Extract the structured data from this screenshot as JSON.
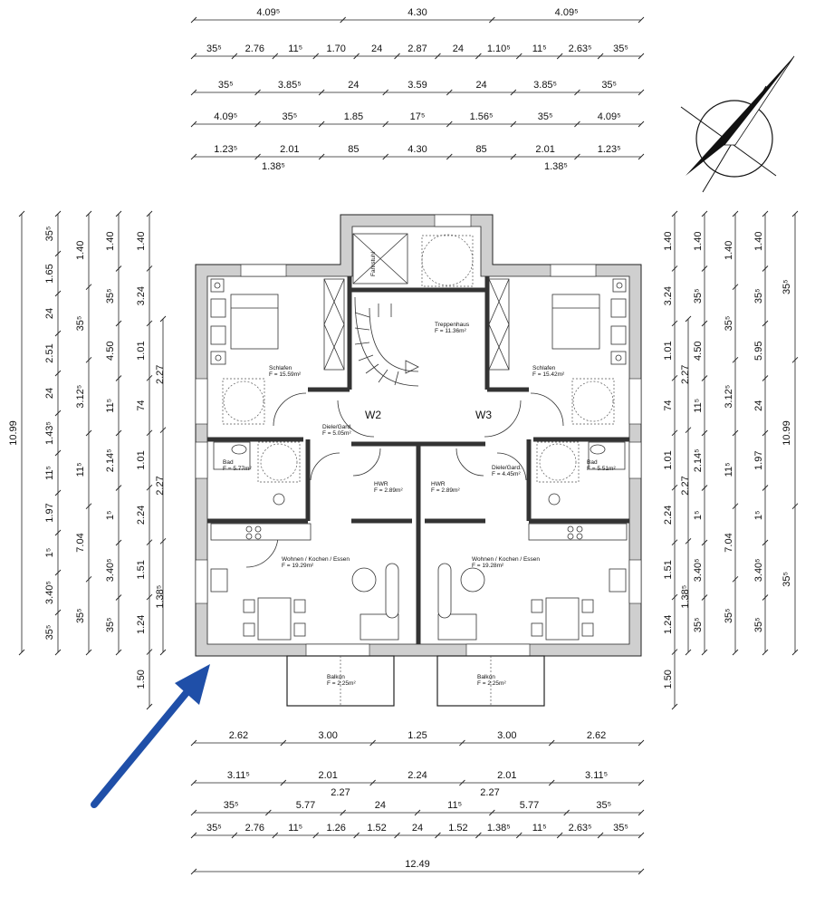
{
  "colors": {
    "wall": "#cfcfcf",
    "line": "#222222",
    "arrow": "#1f4fa8"
  },
  "dims_top": [
    [
      "4.09⁵",
      "4.30",
      "4.09⁵"
    ],
    [
      "35⁵",
      "2.76",
      "11⁵",
      "1.70",
      "24",
      "2.87",
      "24",
      "1.10⁵",
      "11⁵",
      "2.63⁵",
      "35⁵"
    ],
    [
      "35⁵",
      "3.85⁵",
      "24",
      "3.59",
      "24",
      "3.85⁵",
      "35⁵"
    ],
    [
      "4.09⁵",
      "35⁵",
      "1.85",
      "17⁵",
      "1.56⁵",
      "35⁵",
      "4.09⁵"
    ],
    [
      "1.23⁵",
      "2.01",
      "85",
      "4.30",
      "85",
      "2.01",
      "1.23⁵"
    ],
    [
      "1.38⁵",
      "1.38⁵"
    ]
  ],
  "dims_bottom": [
    [
      "2.62",
      "3.00",
      "1.25",
      "3.00",
      "2.62"
    ],
    [
      "3.11⁵",
      "2.01",
      "2.24",
      "2.01",
      "3.11⁵"
    ],
    [
      "2.27",
      "2.27"
    ],
    [
      "35⁵",
      "5.77",
      "24",
      "11⁵",
      "5.77",
      "35⁵"
    ],
    [
      "35⁵",
      "2.76",
      "11⁵",
      "1.26",
      "1.52",
      "24",
      "1.52",
      "1.38⁵",
      "11⁵",
      "2.63⁵",
      "35⁵"
    ],
    [
      "12.49"
    ]
  ],
  "dims_left": [
    [
      "10.99"
    ],
    [
      "35⁵",
      "1.65",
      "24",
      "2.51",
      "24",
      "1.43⁵",
      "11⁵",
      "1.97",
      "1⁵",
      "3.40⁵",
      "35⁵"
    ],
    [
      "1.40",
      "35⁵",
      "3.12⁵",
      "11⁵",
      "7.04",
      "35⁵"
    ],
    [
      "1.40",
      "35⁵",
      "4.50",
      "11⁵",
      "2.14⁵",
      "1⁵",
      "3.40⁵",
      "35⁵"
    ],
    [
      "1.40",
      "3.24",
      "1.01",
      "74",
      "1.01",
      "2.24",
      "1.51",
      "1.24",
      "1.50"
    ],
    [
      "2.27",
      "2.27",
      "1.38⁵"
    ]
  ],
  "dims_right": [
    [
      "1.40",
      "3.24",
      "1.01",
      "74",
      "1.01",
      "2.24",
      "1.51",
      "1.24",
      "1.50"
    ],
    [
      "2.27",
      "2.27",
      "1.38⁵"
    ],
    [
      "1.40",
      "35⁵",
      "4.50",
      "11⁵",
      "2.14⁵",
      "1⁵",
      "3.40⁵",
      "35⁵"
    ],
    [
      "1.40",
      "35⁵",
      "3.12⁵",
      "11⁵",
      "7.04",
      "35⁵"
    ],
    [
      "1.40",
      "35⁵",
      "5.95",
      "24",
      "1.97",
      "1⁵",
      "3.40⁵",
      "35⁵"
    ],
    [
      "35⁵",
      "10.99",
      "35⁵"
    ]
  ],
  "rooms": {
    "w2": "W2",
    "w3": "W3",
    "schlafen_l": "Schlafen",
    "schlafen_l_area": "F = 15.59m²",
    "schlafen_r": "Schlafen",
    "schlafen_r_area": "F = 15.42m²",
    "treppenhaus": "Treppenhaus",
    "treppenhaus_area": "F = 11.36m²",
    "fahrstuhl": "Fahrstuhl",
    "diele_l": "Diele/Gard.",
    "diele_l_area": "F = 5.05m²",
    "diele_r": "Diele/Gard.",
    "diele_r_area": "F = 4.45m²",
    "bad_l": "Bad",
    "bad_l_area": "F = 5.77m²",
    "bad_r": "Bad",
    "bad_r_area": "F = 5.51m²",
    "hwr_l": "HWR",
    "hwr_l_area": "F = 2.89m²",
    "hwr_r": "HWR",
    "hwr_r_area": "F = 2.89m²",
    "wohnen_l": "Wohnen / Kochen / Essen",
    "wohnen_l_area": "F = 19.29m²",
    "wohnen_r": "Wohnen / Kochen / Essen",
    "wohnen_r_area": "F = 19.28m²",
    "balkon_l": "Balkon",
    "balkon_l_area": "F = 2.25m²",
    "balkon_r": "Balkon",
    "balkon_r_area": "F = 2.25m²"
  },
  "icons": {
    "north": "north-arrow-icon",
    "entrance": "entrance-arrow-icon",
    "wheelchair": "wheelchair-turning-circle-icon"
  }
}
